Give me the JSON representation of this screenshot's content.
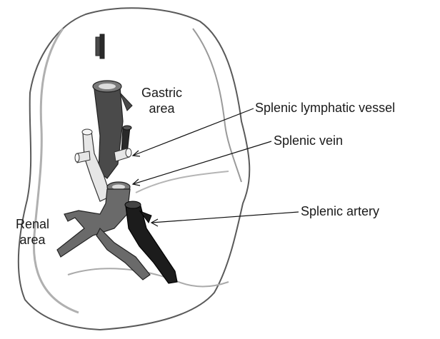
{
  "labels": {
    "gastric_line1": "Gastric",
    "gastric_line2": "area",
    "lymphatic": "Splenic lymphatic vessel",
    "vein": "Splenic vein",
    "artery": "Splenic artery",
    "renal_line1": "Renal",
    "renal_line2": "area"
  },
  "colors": {
    "outline": "#5a5a5a",
    "shading": "#9a9a9a",
    "vein_fill": "#4a4a4a",
    "artery_fill": "#1c1c1c",
    "lymph_fill": "#e6e6e6",
    "leader": "#111111"
  }
}
